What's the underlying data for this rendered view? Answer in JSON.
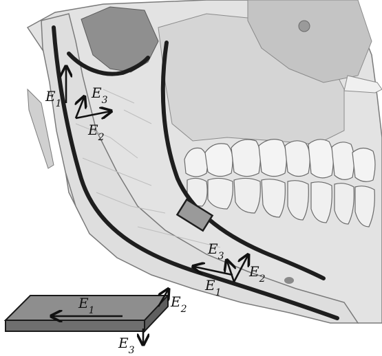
{
  "labels": {
    "e1": "E",
    "e2": "E",
    "e3": "E",
    "sub1": "1",
    "sub2": "2",
    "sub3": "3"
  },
  "colors": {
    "bone_light": "#e9e9e9",
    "bone_mid": "#cfcfcf",
    "bone_shadow": "#9a9a9a",
    "curve": "#1e1e1e",
    "arrow": "#111111",
    "plate_top": "#8e8e8e",
    "plate_front": "#6f6f6f",
    "device": "#9a9a9a"
  },
  "icons": {
    "skull": "skull-illustration",
    "teeth": "tooth-row",
    "device": "implant-device"
  }
}
